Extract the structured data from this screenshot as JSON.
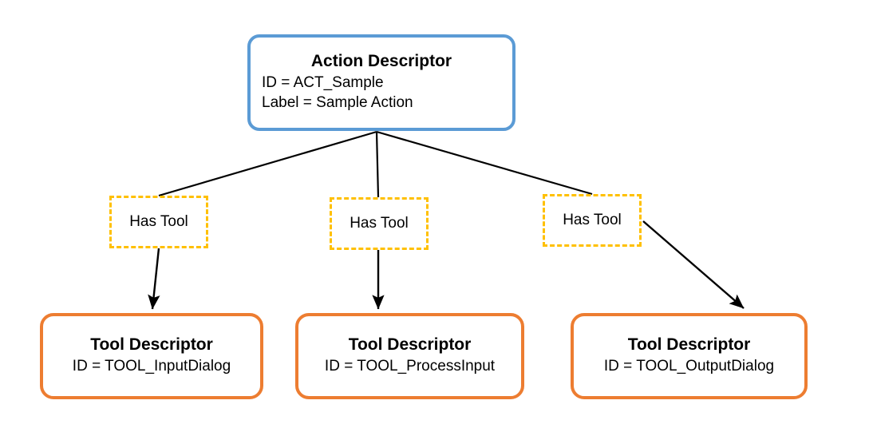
{
  "diagram": {
    "title": "Action Descriptor to Tool Descriptor relationship diagram",
    "background_color": "#FFFFFF",
    "colors": {
      "action_border": "#5B9BD5",
      "relation_border": "#FFC000",
      "tool_border": "#ED7D31",
      "edge": "#000000",
      "text": "#000000"
    },
    "action_node": {
      "title": "Action Descriptor",
      "lines": [
        "ID = ACT_Sample",
        "Label = Sample Action"
      ]
    },
    "relations": [
      {
        "label": "Has Tool"
      },
      {
        "label": "Has Tool"
      },
      {
        "label": "Has Tool"
      }
    ],
    "tool_nodes": [
      {
        "title": "Tool Descriptor",
        "lines": [
          "ID = TOOL_InputDialog"
        ]
      },
      {
        "title": "Tool Descriptor",
        "lines": [
          "ID = TOOL_ProcessInput"
        ]
      },
      {
        "title": "Tool Descriptor",
        "lines": [
          "ID = TOOL_OutputDialog"
        ]
      }
    ],
    "edges": [
      {
        "name": "action-to-has-tool-1",
        "style": "plain-line"
      },
      {
        "name": "action-to-has-tool-2",
        "style": "plain-line"
      },
      {
        "name": "action-to-has-tool-3",
        "style": "plain-line"
      },
      {
        "name": "has-tool-1-to-tool-1",
        "style": "arrow"
      },
      {
        "name": "has-tool-2-to-tool-2",
        "style": "arrow"
      },
      {
        "name": "has-tool-3-to-tool-3",
        "style": "arrow"
      }
    ]
  }
}
